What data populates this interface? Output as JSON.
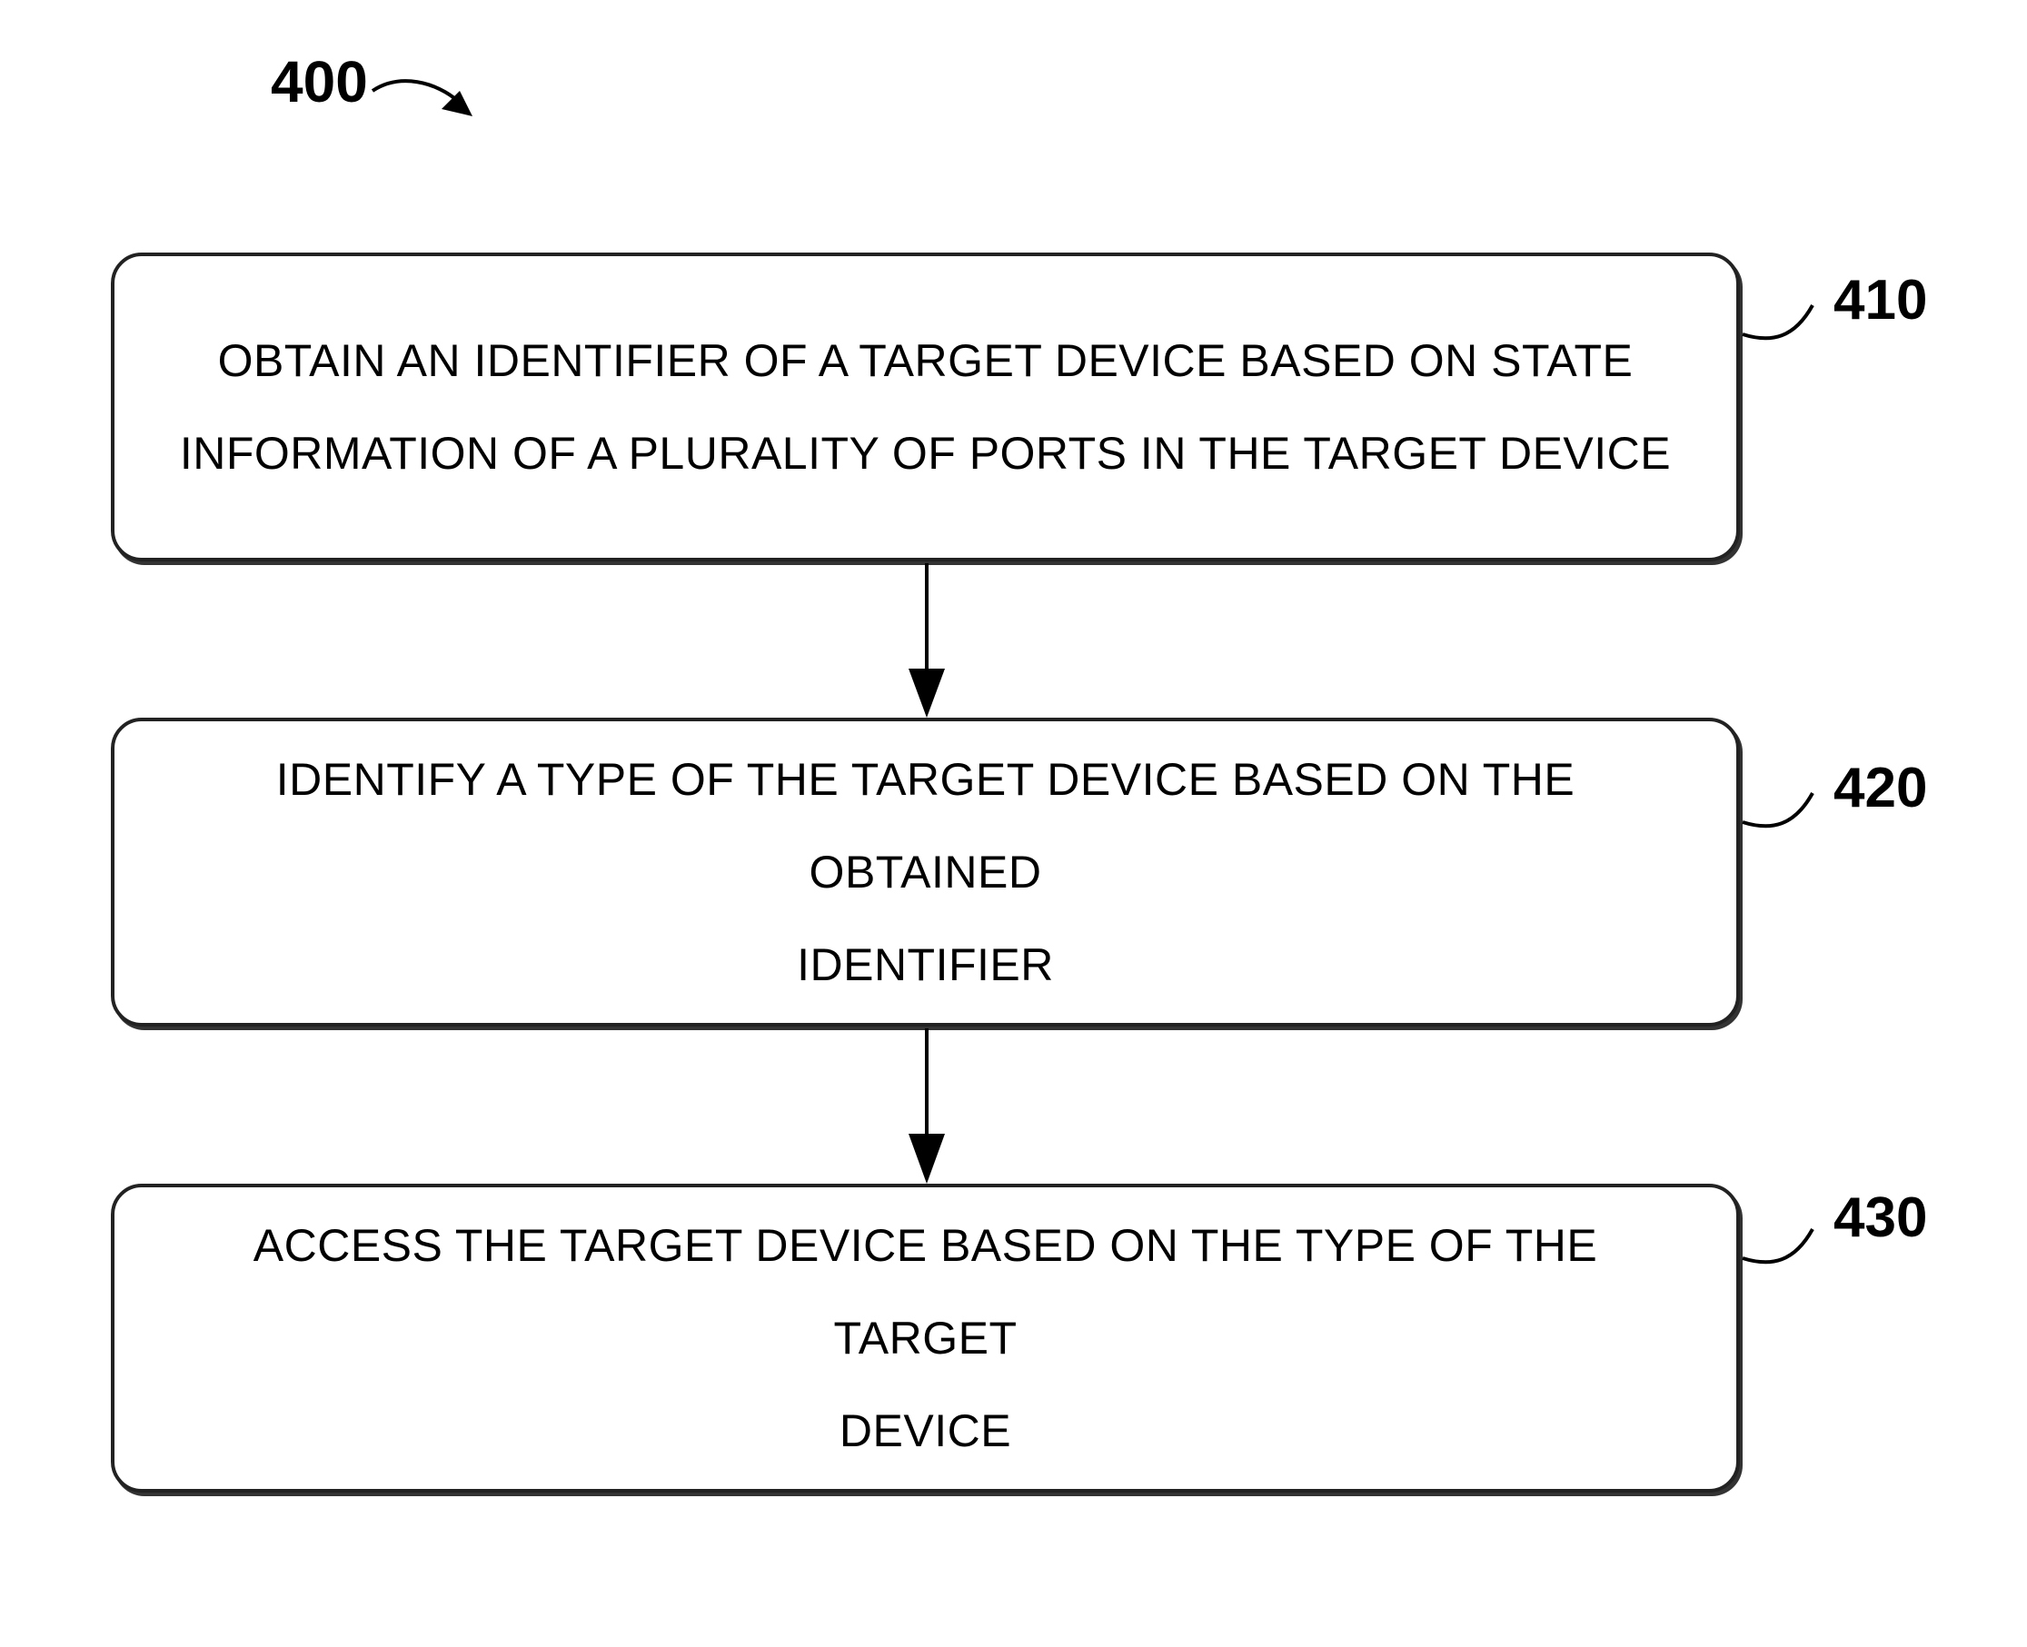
{
  "figure": {
    "number": "400"
  },
  "steps": [
    {
      "ref": "410",
      "text": "OBTAIN AN  IDENTIFIER OF A  TARGET DEVICE BASED ON  STATE\nINFORMATION OF A  PLURALITY OF  PORTS IN  THE  TARGET DEVICE"
    },
    {
      "ref": "420",
      "text": "IDENTIFY A  TYPE OF  THE  TARGET DEVICE BASED ON THE  OBTAINED\nIDENTIFIER"
    },
    {
      "ref": "430",
      "text": "ACCESS THE  TARGET DEVICE BASED ON THE  TYPE OF  THE  TARGET\nDEVICE"
    }
  ]
}
